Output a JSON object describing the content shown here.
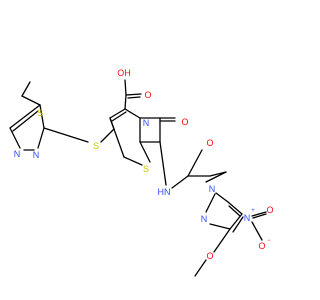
{
  "diagram": {
    "type": "chemical-structure",
    "background": "#ffffff",
    "element_colors": {
      "C": "#000000",
      "O": "#ff0d0d",
      "N": "#3050f8",
      "S": "#c8c800"
    },
    "atom_labels": {
      "carboxyl_oh": "OH",
      "carboxyl_o": "O",
      "lactam_o": "O",
      "amide_o": "O",
      "ring_n": "N",
      "amide_n": "H​N",
      "thiazine_s": "S",
      "thioether_s": "S",
      "thiadiazole_s": "S",
      "thiadiazole_n1": "N",
      "thiadiazole_n2": "N",
      "pyrazole_n1": "N",
      "pyrazole_n2": "N",
      "nitro_n": "N",
      "nitro_n_charge": "+",
      "nitro_o_top": "O",
      "nitro_o_minus": "O",
      "nitro_o_charge": "−",
      "methoxy_o": "O"
    }
  }
}
